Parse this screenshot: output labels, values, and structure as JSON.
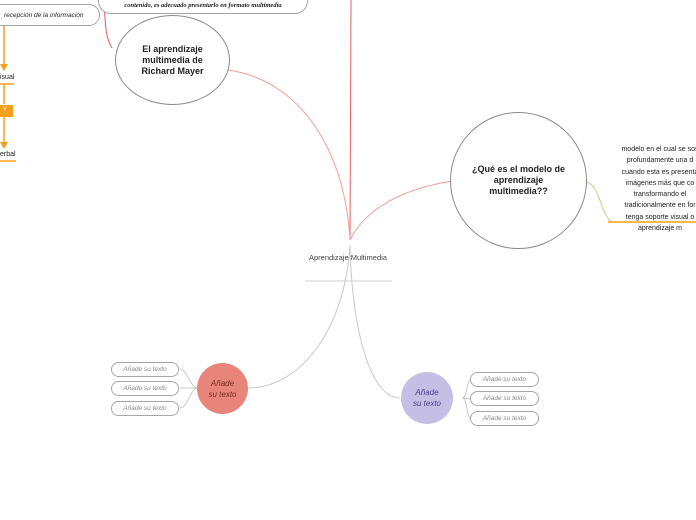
{
  "root": {
    "label": "Aprendizaje Multimedia"
  },
  "mayer": {
    "label": "El aprendizaje multimedia de Richard Mayer"
  },
  "que_es": {
    "label": "¿Qué es el modelo de aprendizaje multimedia??"
  },
  "description": {
    "lines": [
      "modelo en el cual se sos",
      "profundamente una d",
      "cuando esta es presenta",
      "imágenes más que co",
      "transformando el",
      "tradicionalmente en for",
      "tenga soporte visual o",
      "aprendizaje m"
    ]
  },
  "top_box": {
    "line1": "contenido, es adecuado presentarlo en formato multimedia"
  },
  "left_box": {
    "label": "recepción de la información"
  },
  "orange": {
    "visual_label": "isual",
    "connector_label": "Y",
    "verbal_label": "erbal"
  },
  "red_node": {
    "label_line1": "Añade",
    "label_line2": "su texto",
    "pills": [
      "Añade su texto",
      "Añade su texto",
      "Añade su texto"
    ]
  },
  "purple_node": {
    "label_line1": "Añade",
    "label_line2": "su texto",
    "pills": [
      "Añade su texto",
      "Añade su texto",
      "Añade su texto"
    ]
  },
  "colors": {
    "red_node": "#e8857a",
    "purple_node": "#c5bfe6",
    "orange": "#f5a01a",
    "branch_red": "#f0a090",
    "branch_gray": "#c8c8c8",
    "branch_dark_red": "#e05a5a"
  }
}
